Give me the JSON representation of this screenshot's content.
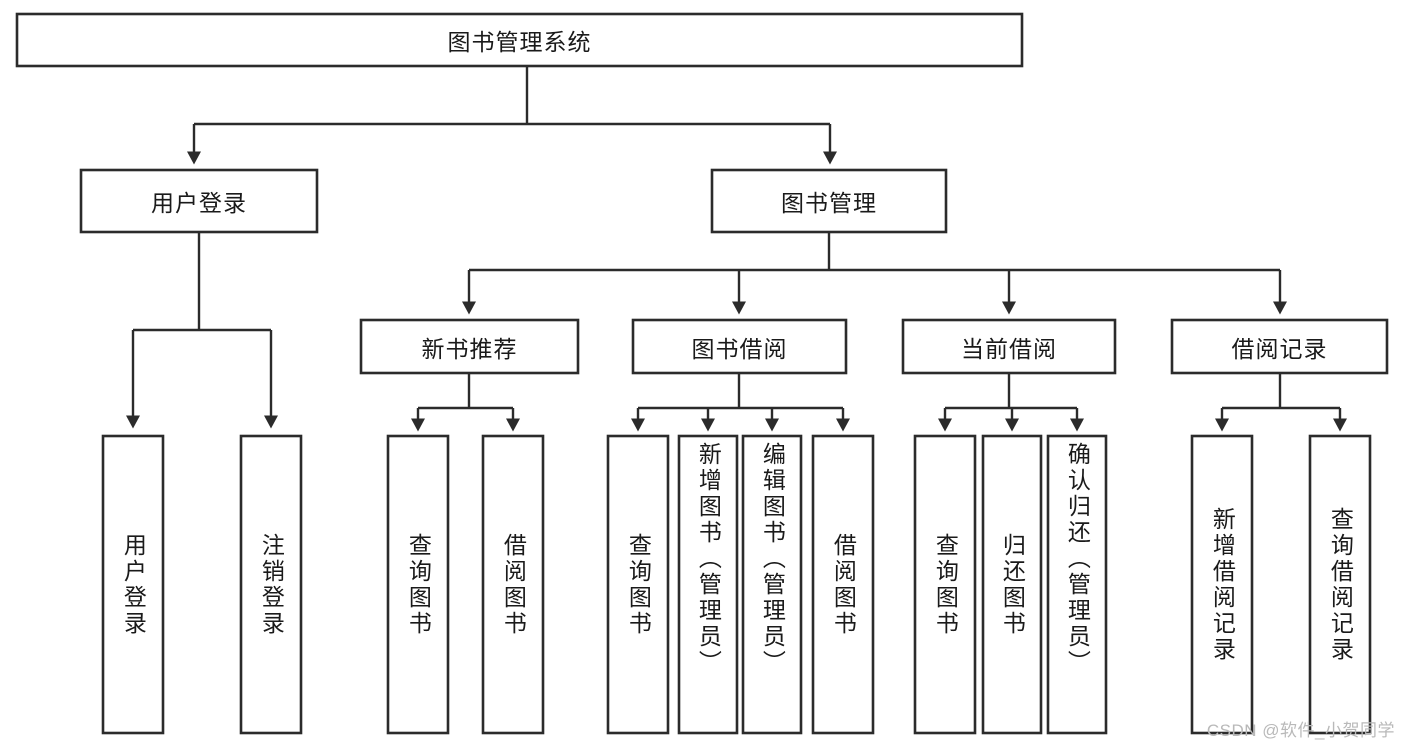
{
  "diagram": {
    "type": "tree-hierarchy",
    "title": "图书管理系统",
    "watermark": "CSDN @软件_小贺同学",
    "colors": {
      "box_stroke": "#2b2b2b",
      "box_fill": "#ffffff",
      "text": "#1a1a1a",
      "background": "#ffffff",
      "watermark": "#b9b9b9"
    },
    "levels": {
      "root": {
        "label": "图书管理系统"
      },
      "level2": [
        {
          "label": "用户登录"
        },
        {
          "label": "图书管理"
        }
      ],
      "level3": [
        {
          "label": "新书推荐"
        },
        {
          "label": "图书借阅"
        },
        {
          "label": "当前借阅"
        },
        {
          "label": "借阅记录"
        }
      ]
    },
    "leaves": {
      "user_login": [
        {
          "label": "用户登录"
        },
        {
          "label": "注销登录"
        }
      ],
      "new_book_recommend": [
        {
          "label": "查询图书"
        },
        {
          "label": "借阅图书"
        }
      ],
      "book_borrow": [
        {
          "label": "查询图书"
        },
        {
          "label": "新增图书（管理员）"
        },
        {
          "label": "编辑图书（管理员）"
        },
        {
          "label": "借阅图书"
        }
      ],
      "current_borrow": [
        {
          "label": "查询图书"
        },
        {
          "label": "归还图书"
        },
        {
          "label": "确认归还（管理员）"
        }
      ],
      "borrow_record": [
        {
          "label": "新增借阅记录"
        },
        {
          "label": "查询借阅记录"
        }
      ]
    }
  }
}
